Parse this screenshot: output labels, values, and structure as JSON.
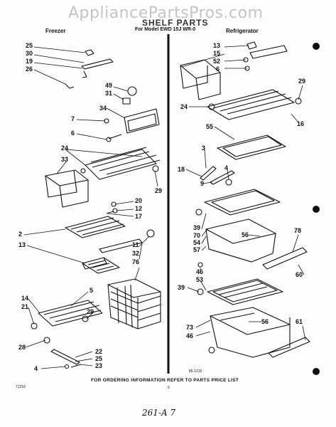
{
  "watermark": "AppliancePartsPros.com",
  "header": {
    "title": "SHELF PARTS",
    "model": "For Model EWD 15J WR-0",
    "left_column": "Freezer",
    "right_column": "Refrigerator"
  },
  "callouts": {
    "n25": "25",
    "n30": "30",
    "n19": "19",
    "n26": "26",
    "n49": "49",
    "n31": "31",
    "n34": "34",
    "n7": "7",
    "n6": "6",
    "n24": "24",
    "n33": "33",
    "n29": "29",
    "n20": "20",
    "n12": "12",
    "n17": "17",
    "n2": "2",
    "n13": "13",
    "n11": "11",
    "n32": "32",
    "n76": "76",
    "n5": "5",
    "n14": "14",
    "n21": "21",
    "n28": "28",
    "n22": "22",
    "n25b": "25",
    "n23": "23",
    "n4": "4",
    "r13": "13",
    "r15": "15",
    "r52": "52",
    "r6": "6",
    "r29": "29",
    "r24": "24",
    "r16": "16",
    "r55": "55",
    "r3": "3",
    "r18": "18",
    "r4": "4",
    "r9": "9",
    "r39": "39",
    "r70": "70",
    "r54": "54",
    "r56": "56",
    "r57": "57",
    "r78": "78",
    "r46": "46",
    "r53": "53",
    "r60": "60",
    "r39b": "39",
    "r73": "73",
    "r46b": "46",
    "r56b": "56",
    "r61": "61"
  },
  "footer": {
    "order_note": "FOR ORDERING INFORMATION REFER TO PARTS PRICE LIST",
    "code_left": "71216",
    "page_num": "6",
    "code_right": "85-1216",
    "handwritten": "261-A 7"
  }
}
